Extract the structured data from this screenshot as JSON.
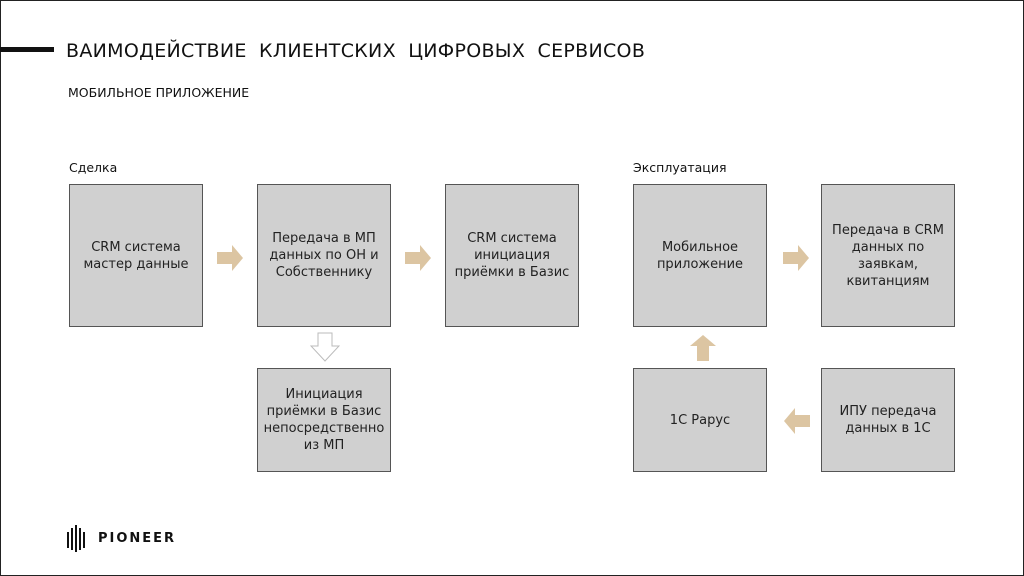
{
  "header": {
    "title": "ВАИМОДЕЙСТВИЕ  КЛИЕНТСКИХ  ЦИФРОВЫХ  СЕРВИСОВ",
    "subtitle": "МОБИЛЬНОЕ ПРИЛОЖЕНИЕ"
  },
  "sections": {
    "deal": "Сделка",
    "operation": "Эксплуатация"
  },
  "boxes": {
    "crm_master": "CRM система мастер данные",
    "transfer_mp": "Передача в МП данных по ОН и Собственнику",
    "crm_init": "CRM система инициация приёмки в Базис",
    "init_mp": "Инициация приёмки в Базис непосредственно из МП",
    "mobile_app": "Мобильное приложение",
    "transfer_crm": "Передача в CRM данных по заявкам, квитанциям",
    "rarus": "1С Рарус",
    "ipu": "ИПУ передача данных в 1С"
  },
  "colors": {
    "arrow": "#dcc5a2",
    "box": "#d0d0d0"
  },
  "logo": {
    "text": "PIONEER"
  }
}
